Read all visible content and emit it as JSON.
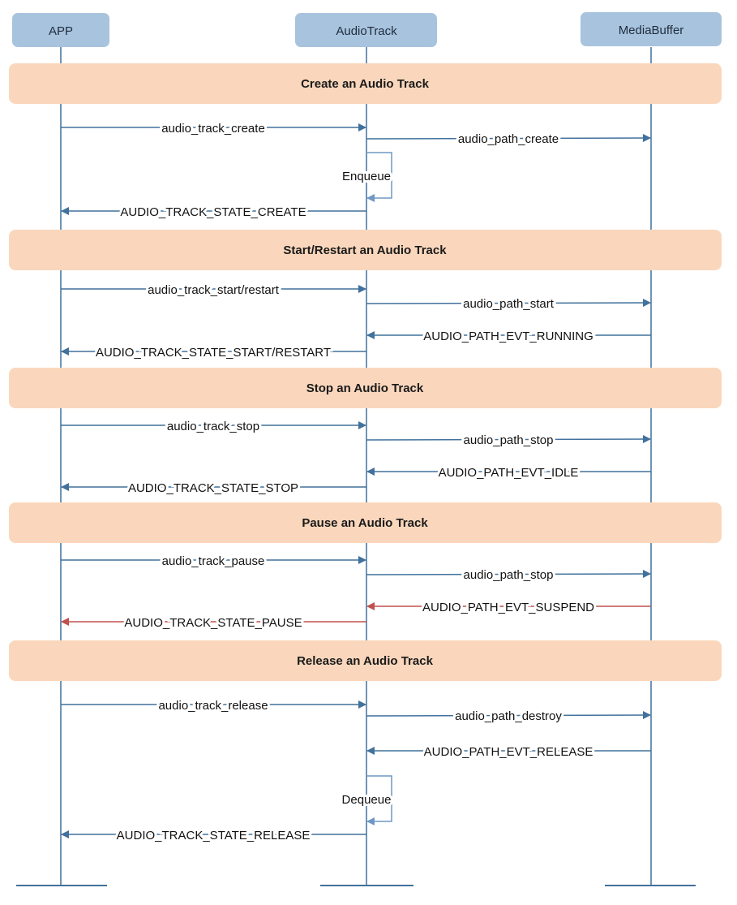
{
  "participants": [
    {
      "name": "APP"
    },
    {
      "name": "AudioTrack"
    },
    {
      "name": "MediaBuffer"
    }
  ],
  "sections": [
    {
      "title": "Create an Audio Track"
    },
    {
      "title": "Start/Restart an Audio Track"
    },
    {
      "title": "Stop an Audio Track"
    },
    {
      "title": "Pause an Audio Track"
    },
    {
      "title": "Release an Audio Track"
    }
  ],
  "messages": [
    {
      "label": "audio_track_create",
      "from": 0,
      "to": 1
    },
    {
      "label": "audio_path_create",
      "from": 1,
      "to": 2
    },
    {
      "label": "Enqueue",
      "from": 1,
      "to": 1,
      "self": true
    },
    {
      "label": "AUDIO_TRACK_STATE_CREATE",
      "from": 1,
      "to": 0
    },
    {
      "label": "audio_track_start/restart",
      "from": 0,
      "to": 1
    },
    {
      "label": "audio_path_start",
      "from": 1,
      "to": 2
    },
    {
      "label": "AUDIO_PATH_EVT_RUNNING",
      "from": 2,
      "to": 1
    },
    {
      "label": "AUDIO_TRACK_STATE_START/RESTART",
      "from": 1,
      "to": 0
    },
    {
      "label": "audio_track_stop",
      "from": 0,
      "to": 1
    },
    {
      "label": "audio_path_stop",
      "from": 1,
      "to": 2
    },
    {
      "label": "AUDIO_PATH_EVT_IDLE",
      "from": 2,
      "to": 1
    },
    {
      "label": "AUDIO_TRACK_STATE_STOP",
      "from": 1,
      "to": 0
    },
    {
      "label": "audio_track_pause",
      "from": 0,
      "to": 1
    },
    {
      "label": "audio_path_stop",
      "from": 1,
      "to": 2
    },
    {
      "label": "AUDIO_PATH_EVT_SUSPEND",
      "from": 2,
      "to": 1,
      "color": "#c0504d"
    },
    {
      "label": "AUDIO_TRACK_STATE_PAUSE",
      "from": 1,
      "to": 0,
      "color": "#c0504d"
    },
    {
      "label": "audio_track_release",
      "from": 0,
      "to": 1
    },
    {
      "label": "audio_path_destroy",
      "from": 1,
      "to": 2
    },
    {
      "label": "AUDIO_PATH_EVT_RELEASE",
      "from": 2,
      "to": 1
    },
    {
      "label": "Dequeue",
      "from": 1,
      "to": 1,
      "self": true
    },
    {
      "label": "AUDIO_TRACK_STATE_RELEASE",
      "from": 1,
      "to": 0
    }
  ],
  "colors": {
    "participant_fill": "#a8c3de",
    "lifeline": "#41719c",
    "arrow": "#41719c",
    "arrow_alert": "#c0504d",
    "section_fill": "#fad7bc",
    "self_arrow": "#6f98c4"
  }
}
